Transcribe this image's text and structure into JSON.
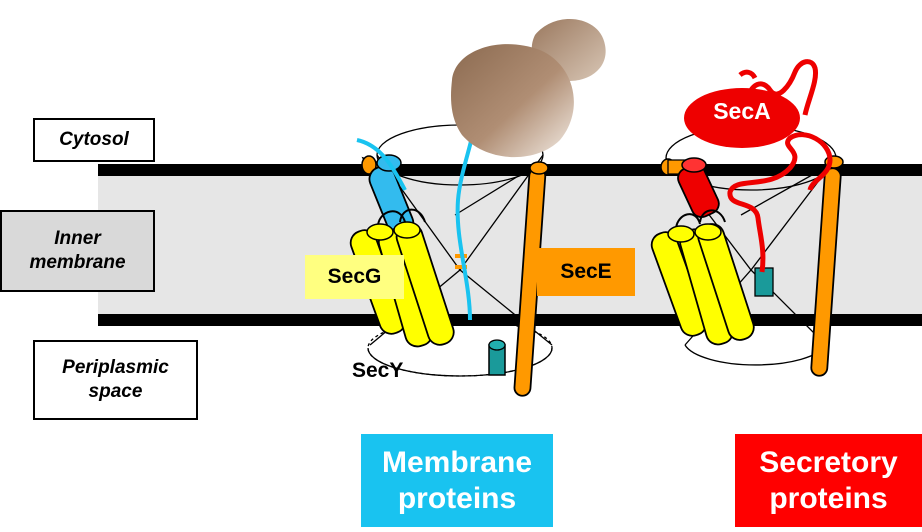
{
  "labels": {
    "cytosol": "Cytosol",
    "inner_membrane": "Inner\nmembrane",
    "periplasmic": "Periplasmic\nspace"
  },
  "proteins": {
    "secg": "SecG",
    "sece": "SecE",
    "secy": "SecY",
    "seca": "SecA"
  },
  "categories": {
    "membrane": "Membrane\nproteins",
    "secretory": "Secretory\nproteins"
  },
  "colors": {
    "membrane_band": "#e6e6e6",
    "membrane_line": "#000000",
    "secy": "#ffff00",
    "sece": "#ff9900",
    "secg": "#33bbee",
    "seca": "#ff0000",
    "ribosome": "#a07a5e",
    "teal": "#1a9a9a"
  }
}
